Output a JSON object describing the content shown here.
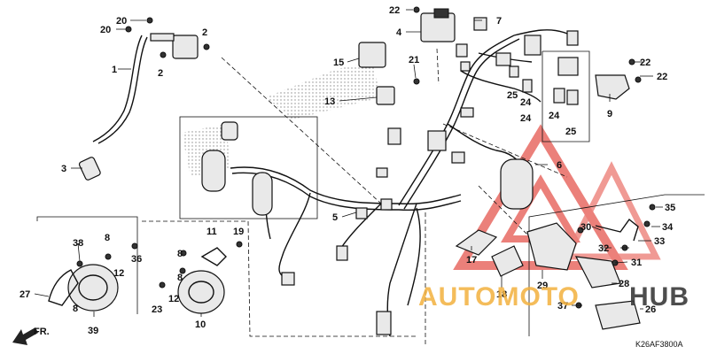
{
  "diagram": {
    "drawing_code": "K26AF3800A",
    "direction_label": "FR.",
    "watermark": {
      "part1": "AUTOMOTO",
      "part2": "HUB",
      "color_orange": "#f2b03d",
      "color_dark": "#3a3a3a",
      "color_red": "#e86a63"
    },
    "callouts": [
      "1",
      "2",
      "3",
      "4",
      "5",
      "6",
      "7",
      "8",
      "9",
      "10",
      "11",
      "12",
      "13",
      "15",
      "17",
      "18",
      "19",
      "20",
      "21",
      "22",
      "23",
      "24",
      "25",
      "26",
      "27",
      "28",
      "29",
      "30",
      "31",
      "32",
      "33",
      "34",
      "35",
      "36",
      "37",
      "38",
      "39"
    ]
  }
}
